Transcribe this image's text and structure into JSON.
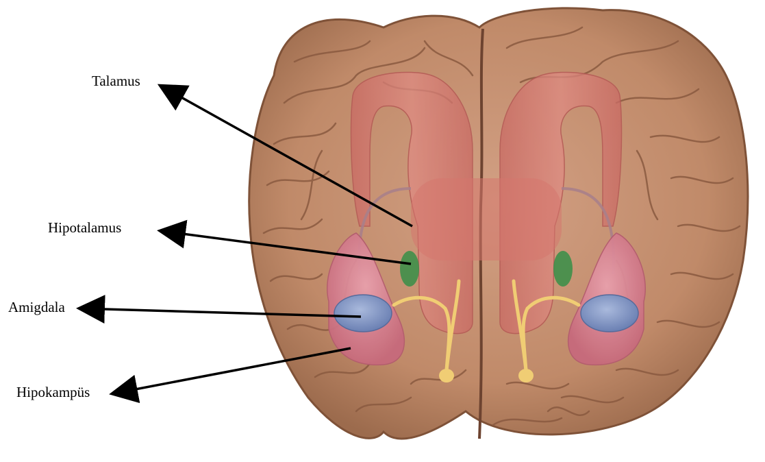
{
  "labels": {
    "talamus": "Talamus",
    "hipotalamus": "Hipotalamus",
    "amigdala": "Amigdala",
    "hipokampus": "Hipokampüs"
  },
  "colors": {
    "brain": "#c4906f",
    "brain_shadow": "#9a6a4c",
    "sulcus": "#7f5238",
    "thalamus": "#d5766e",
    "hypothalamus": "#3f8f4a",
    "amygdala": "#7f96c4",
    "hippocampus": "#d6808f",
    "fornix": "#f0cd74",
    "arrow": "#000000"
  }
}
